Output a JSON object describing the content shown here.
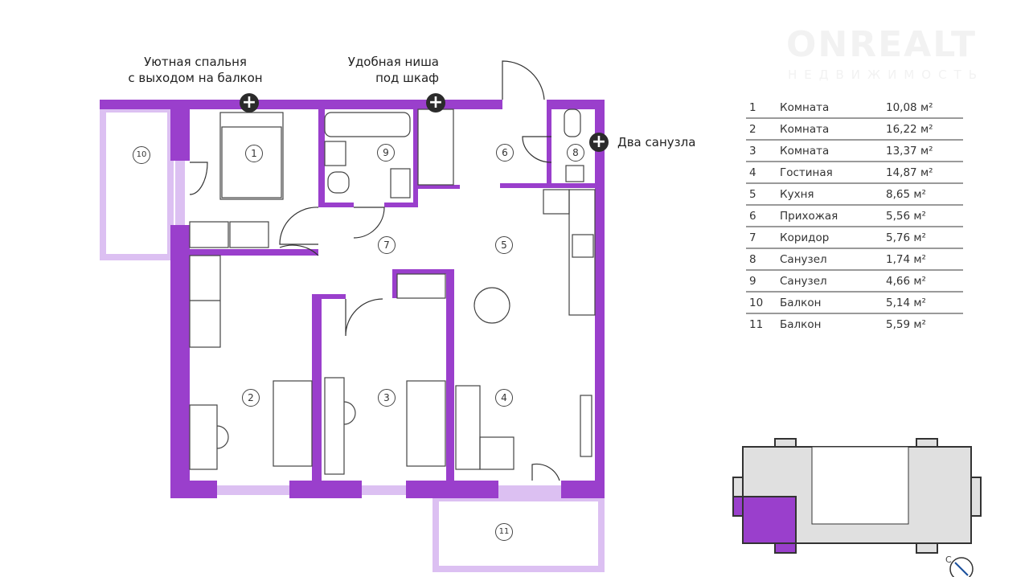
{
  "watermark": {
    "brand": "ONREALT",
    "subtitle": "НЕДВИЖИМОСТЬ"
  },
  "annotations": {
    "bedroom": [
      "Уютная спальня",
      "с выходом на балкон"
    ],
    "niche": [
      "Удобная ниша",
      "под шкаф"
    ],
    "bathrooms": "Два санузла",
    "plus_symbol": "+"
  },
  "room_markers": [
    "1",
    "2",
    "3",
    "4",
    "5",
    "6",
    "7",
    "8",
    "9",
    "10",
    "11"
  ],
  "rooms": [
    {
      "num": "1",
      "name": "Комната",
      "area": "10,08 м²"
    },
    {
      "num": "2",
      "name": "Комната",
      "area": "16,22 м²"
    },
    {
      "num": "3",
      "name": "Комната",
      "area": "13,37 м²"
    },
    {
      "num": "4",
      "name": "Гостиная",
      "area": "14,87 м²"
    },
    {
      "num": "5",
      "name": "Кухня",
      "area": "8,65 м²"
    },
    {
      "num": "6",
      "name": "Прихожая",
      "area": "5,56 м²"
    },
    {
      "num": "7",
      "name": "Коридор",
      "area": "5,76 м²"
    },
    {
      "num": "8",
      "name": "Санузел",
      "area": "1,74 м²"
    },
    {
      "num": "9",
      "name": "Санузел",
      "area": "4,66 м²"
    },
    {
      "num": "10",
      "name": "Балкон",
      "area": "5,14 м²"
    },
    {
      "num": "11",
      "name": "Балкон",
      "area": "5,59 м²"
    }
  ],
  "compass": {
    "north_label": "С"
  },
  "colors": {
    "wall": "#9a3fcc",
    "window": "#dcc0f2",
    "keyplan_fill": "#e0e0e0",
    "keyplan_highlight": "#9a3fcc"
  }
}
